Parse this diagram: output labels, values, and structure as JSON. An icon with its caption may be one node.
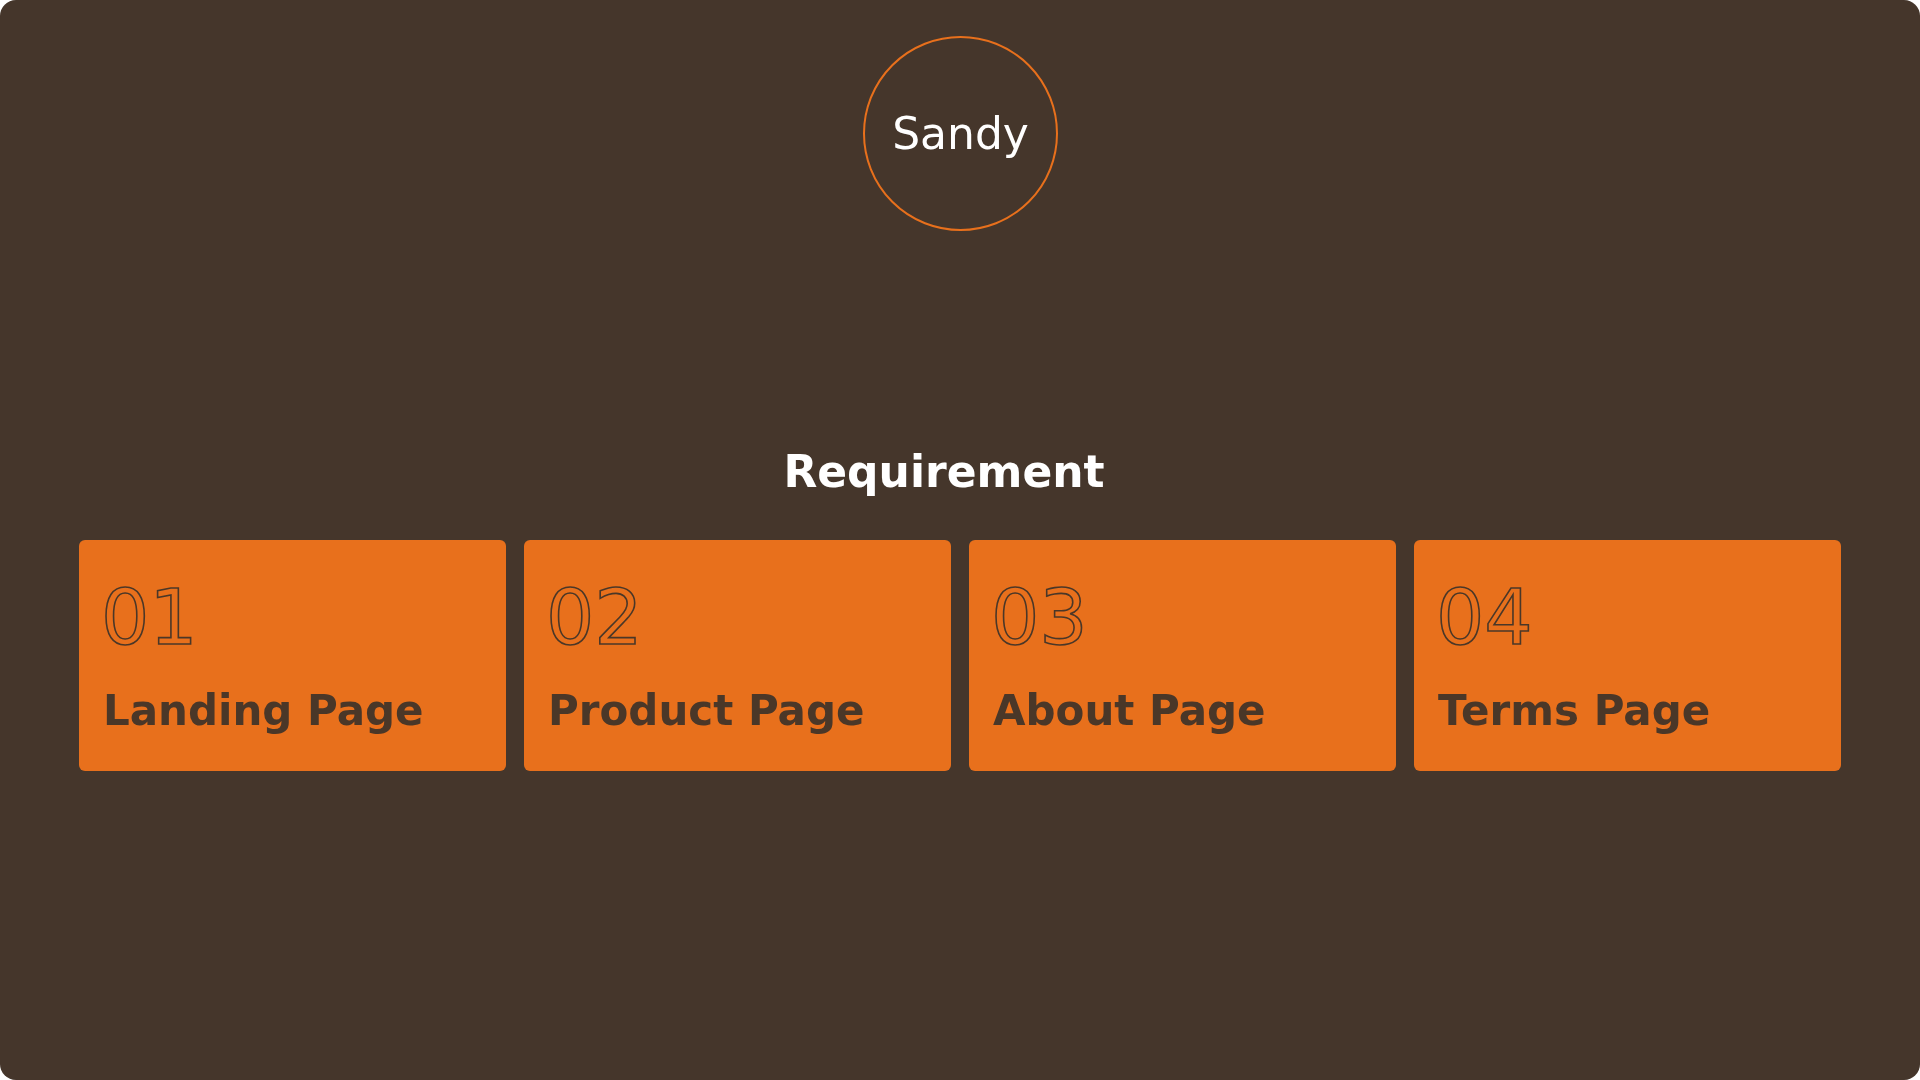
{
  "diagram": {
    "nodes": [
      {
        "text": [
          "Sandy"
        ]
      },
      {
        "text": [
          "01",
          "Landing Page"
        ]
      },
      {
        "text": [
          "02",
          "Product Page"
        ]
      },
      {
        "text": [
          "03",
          "About Page"
        ]
      },
      {
        "text": [
          "04",
          "Terms Page"
        ]
      }
    ],
    "labels": [
      "Requirement"
    ]
  }
}
